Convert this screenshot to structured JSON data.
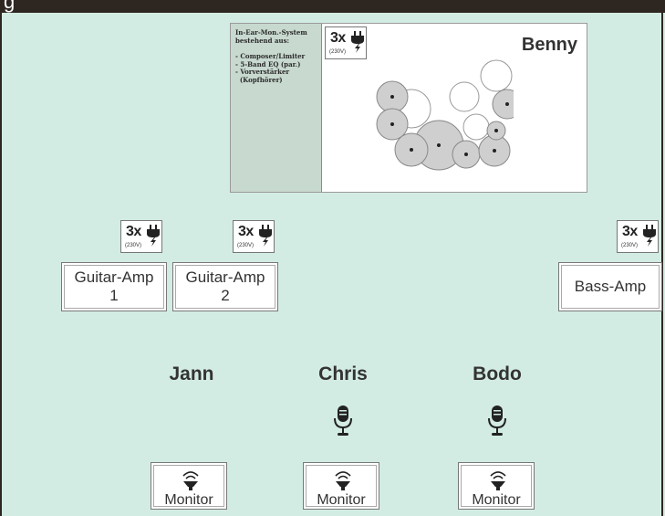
{
  "title_fragment": "g",
  "drum_riser": {
    "drummer": "Benny",
    "iem_title_line1": "In-Ear-Mon.-System",
    "iem_title_line2": "bestehend aus:",
    "iem_items": [
      "- Composer/Limiter",
      "- 5-Band EQ (par.)",
      "- Vorverstärker",
      "  (Kopfhörer)"
    ],
    "power": {
      "count": "3x",
      "voltage": "(230V)"
    }
  },
  "amps": [
    {
      "line1": "Guitar-Amp",
      "line2": "1",
      "power": {
        "count": "3x",
        "voltage": "(230V)"
      }
    },
    {
      "line1": "Guitar-Amp",
      "line2": "2",
      "power": {
        "count": "3x",
        "voltage": "(230V)"
      }
    },
    {
      "line1": "Bass-Amp",
      "line2": "",
      "power": {
        "count": "3x",
        "voltage": "(230V)"
      }
    }
  ],
  "players": [
    "Jann",
    "Chris",
    "Bodo"
  ],
  "monitors": [
    "Monitor",
    "Monitor",
    "Monitor"
  ],
  "colors": {
    "background": "#d3ece3",
    "top_bar": "#2e2620",
    "iem_panel": "#c8d9cf",
    "drum_shaded": "#cfcfcf"
  },
  "icons": [
    "power-plug-icon",
    "microphone-icon",
    "monitor-speaker-icon",
    "drum-kit-icon"
  ]
}
